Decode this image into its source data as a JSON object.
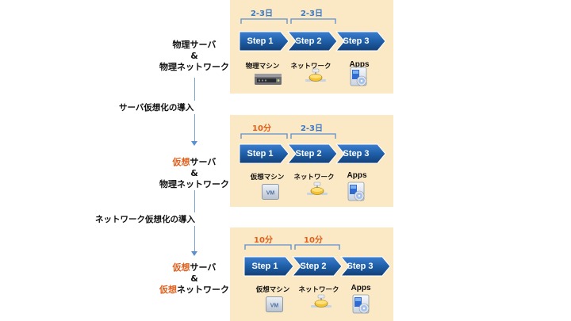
{
  "stages": [
    {
      "label_lines": [
        {
          "segments": [
            {
              "text": "物理",
              "accent": false
            },
            {
              "text": "サーバ",
              "accent": false
            }
          ]
        },
        {
          "segments": [
            {
              "text": "&",
              "accent": false
            }
          ]
        },
        {
          "segments": [
            {
              "text": "物理",
              "accent": false
            },
            {
              "text": "ネットワーク",
              "accent": false
            }
          ]
        }
      ],
      "durations": [
        {
          "text": "2-3日",
          "color": "#3b78c6"
        },
        {
          "text": "2-3日",
          "color": "#3b78c6"
        }
      ],
      "steps": [
        "Step 1",
        "Step 2",
        "Step 3"
      ],
      "resources": [
        {
          "label": "物理マシン",
          "icon": "server-icon"
        },
        {
          "label": "ネットワーク",
          "icon": "network-icon"
        },
        {
          "label": "Apps",
          "icon": "apps-icon"
        }
      ]
    },
    {
      "label_lines": [
        {
          "segments": [
            {
              "text": "仮想",
              "accent": true
            },
            {
              "text": "サーバ",
              "accent": false
            }
          ]
        },
        {
          "segments": [
            {
              "text": "&",
              "accent": false
            }
          ]
        },
        {
          "segments": [
            {
              "text": "物理",
              "accent": false
            },
            {
              "text": "ネットワーク",
              "accent": false
            }
          ]
        }
      ],
      "durations": [
        {
          "text": "10分",
          "color": "#e0601c"
        },
        {
          "text": "2-3日",
          "color": "#3b78c6"
        }
      ],
      "steps": [
        "Step 1",
        "Step 2",
        "Step 3"
      ],
      "resources": [
        {
          "label": "仮想マシン",
          "icon": "vm-icon"
        },
        {
          "label": "ネットワーク",
          "icon": "network-icon"
        },
        {
          "label": "Apps",
          "icon": "apps-icon"
        }
      ]
    },
    {
      "label_lines": [
        {
          "segments": [
            {
              "text": "仮想",
              "accent": true
            },
            {
              "text": "サーバ",
              "accent": false
            }
          ]
        },
        {
          "segments": [
            {
              "text": "&",
              "accent": false
            }
          ]
        },
        {
          "segments": [
            {
              "text": "仮想",
              "accent": true
            },
            {
              "text": "ネットワーク",
              "accent": false
            }
          ]
        }
      ],
      "durations": [
        {
          "text": "10分",
          "color": "#e0601c"
        },
        {
          "text": "10分",
          "color": "#e0601c"
        }
      ],
      "steps": [
        "Step 1",
        "Step 2",
        "Step 3"
      ],
      "resources": [
        {
          "label": "仮想マシン",
          "icon": "vm-icon"
        },
        {
          "label": "ネットワーク",
          "icon": "network-icon"
        },
        {
          "label": "Apps",
          "icon": "apps-icon"
        }
      ]
    }
  ],
  "transitions": [
    "サーバ仮想化の導入",
    "ネットワーク仮想化の導入"
  ],
  "colors": {
    "panel_bg": "#fbe8c4",
    "step_fill": "#1f5fa8",
    "bracket": "#5b8fcf",
    "accent_orange": "#e0601c",
    "duration_blue": "#3b78c6",
    "connector": "#7aa6d6"
  }
}
